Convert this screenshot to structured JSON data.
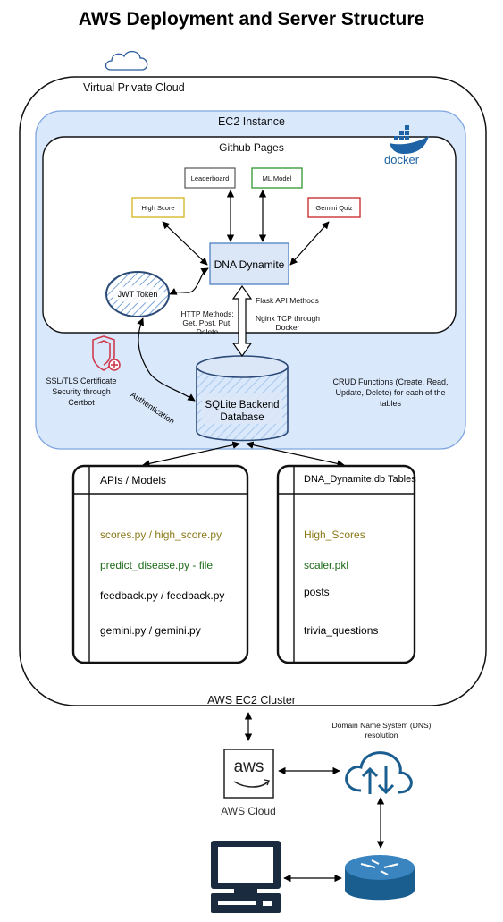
{
  "title": "AWS Deployment and Server Structure",
  "vpc_label": "Virtual Private Cloud",
  "ec2_label": "EC2 Instance",
  "github_label": "Github Pages",
  "docker_label": "docker",
  "nodes": {
    "leaderboard": "Leaderboard",
    "ml_model": "ML Model",
    "high_score": "High Score",
    "gemini_quiz": "Gemini Quiz",
    "dna_dynamite": "DNA Dynamite",
    "jwt_token": "JWT Token",
    "sqlite": [
      "SQLite Backend",
      "Database"
    ]
  },
  "annotations": {
    "http_methods": [
      "HTTP Methods:",
      "Get, Post, Put,",
      "Delete"
    ],
    "flask_api": "Flask API Methods",
    "nginx": [
      "Nginx TCP through",
      "Docker"
    ],
    "ssl": [
      "SSL/TLS Certificate",
      "Security through",
      "Certbot"
    ],
    "crud": [
      "CRUD Functions (Create, Read,",
      "Update, Delete) for each of the",
      "tables"
    ],
    "authentication": "Authentication",
    "dns": [
      "Domain Name System (DNS)",
      "resolution"
    ]
  },
  "apis_card": {
    "header": "APIs / Models",
    "items": [
      {
        "text": "scores.py / high_score.py",
        "color": "#8a7a1a"
      },
      {
        "text": "predict_disease.py - file",
        "color": "#1e6b1a"
      },
      {
        "text": "feedback.py / feedback.py",
        "color": "#000000"
      },
      {
        "text": "gemini.py / gemini.py",
        "color": "#000000"
      }
    ]
  },
  "tables_card": {
    "header": "DNA_Dynamite.db Tables",
    "items": [
      {
        "text": "High_Scores",
        "color": "#8a7a1a"
      },
      {
        "text": "scaler.pkl",
        "color": "#1e6b1a"
      },
      {
        "text": "posts",
        "color": "#000000"
      },
      {
        "text": "trivia_questions",
        "color": "#000000"
      }
    ]
  },
  "cluster_label": "AWS EC2 Cluster",
  "aws_logo_text": "aws",
  "aws_cloud_label": "AWS Cloud",
  "colors": {
    "ec2_fill": "#dae8fc",
    "ec2_stroke": "#7ea6e0",
    "docker": "#1d63a6",
    "shield": "#cf3b4e",
    "network": "#1a5d8f",
    "hatch": "#7aa5d8"
  },
  "icons": [
    "cloud-outline-icon",
    "docker-whale-icon",
    "shield-plus-icon",
    "aws-logo-icon",
    "cloud-upload-download-icon",
    "computer-icon",
    "router-icon"
  ]
}
